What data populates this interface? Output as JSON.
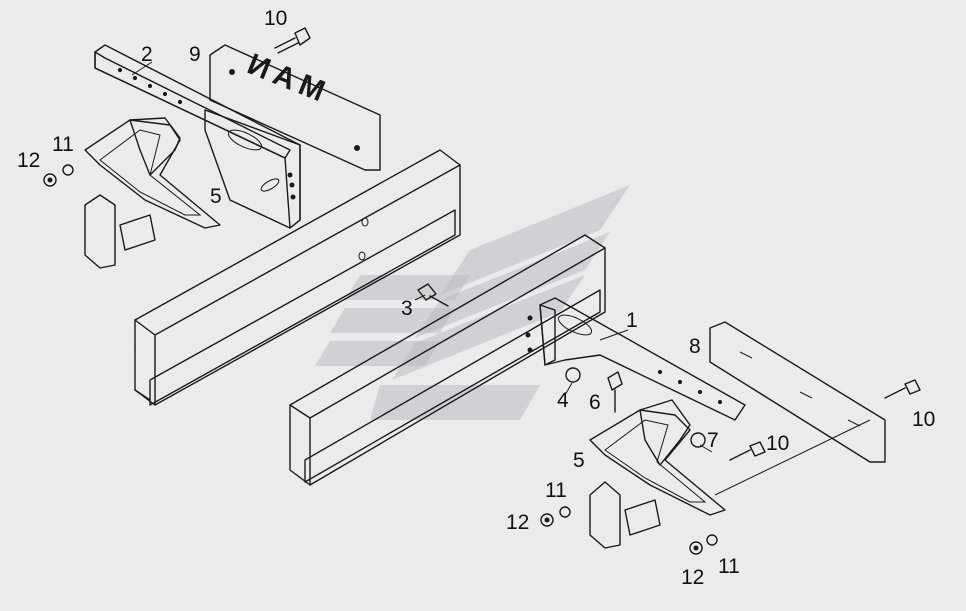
{
  "diagram": {
    "plate_lettering": "ИАМ",
    "callouts": [
      {
        "id": "c-10-top",
        "text": "10"
      },
      {
        "id": "c-2",
        "text": "2"
      },
      {
        "id": "c-9",
        "text": "9"
      },
      {
        "id": "c-11-left",
        "text": "11"
      },
      {
        "id": "c-12-left",
        "text": "12"
      },
      {
        "id": "c-5-left",
        "text": "5"
      },
      {
        "id": "c-3",
        "text": "3"
      },
      {
        "id": "c-1",
        "text": "1"
      },
      {
        "id": "c-8",
        "text": "8"
      },
      {
        "id": "c-4",
        "text": "4"
      },
      {
        "id": "c-6",
        "text": "6"
      },
      {
        "id": "c-7",
        "text": "7"
      },
      {
        "id": "c-10-mid",
        "text": "10"
      },
      {
        "id": "c-10-right",
        "text": "10"
      },
      {
        "id": "c-5-right",
        "text": "5"
      },
      {
        "id": "c-11-right",
        "text": "11"
      },
      {
        "id": "c-12-right",
        "text": "12"
      },
      {
        "id": "c-12-bottom",
        "text": "12"
      },
      {
        "id": "c-11-bottom",
        "text": "11"
      }
    ]
  }
}
